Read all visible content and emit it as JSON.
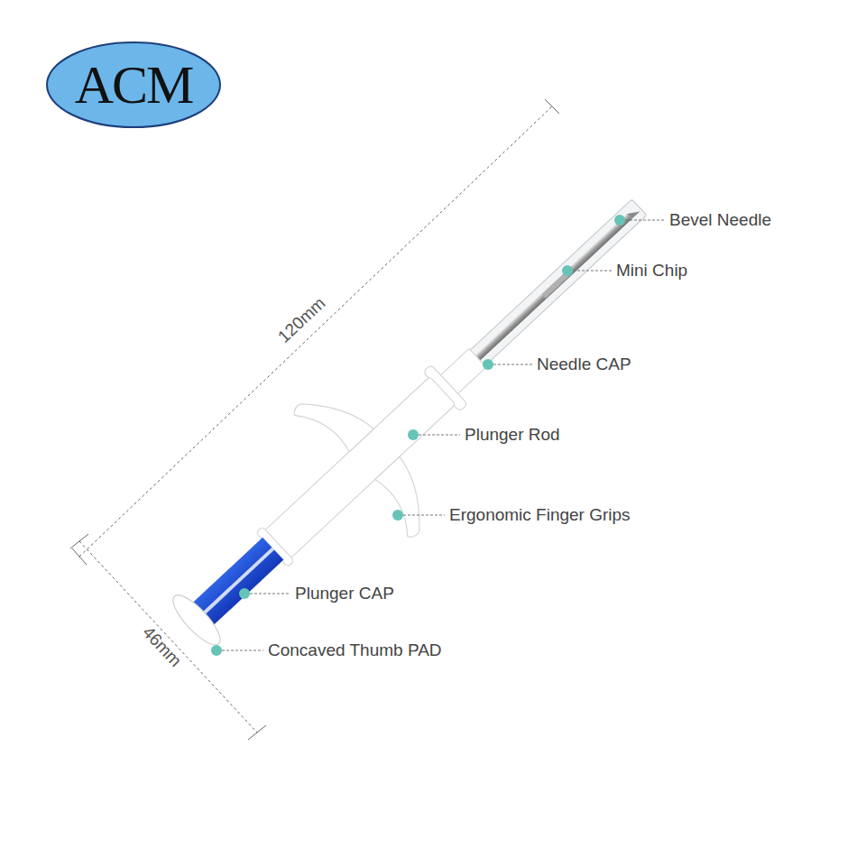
{
  "diagram": {
    "nodes": [
      {
        "text": [
          "ACM"
        ]
      }
    ],
    "labels": [
      "120mm",
      "46mm",
      "Bevel Needle",
      "Mini Chip",
      "Needle CAP",
      "Plunger Rod",
      "Ergonomic Finger Grips",
      "Plunger CAP",
      "Concaved Thumb PAD"
    ]
  }
}
